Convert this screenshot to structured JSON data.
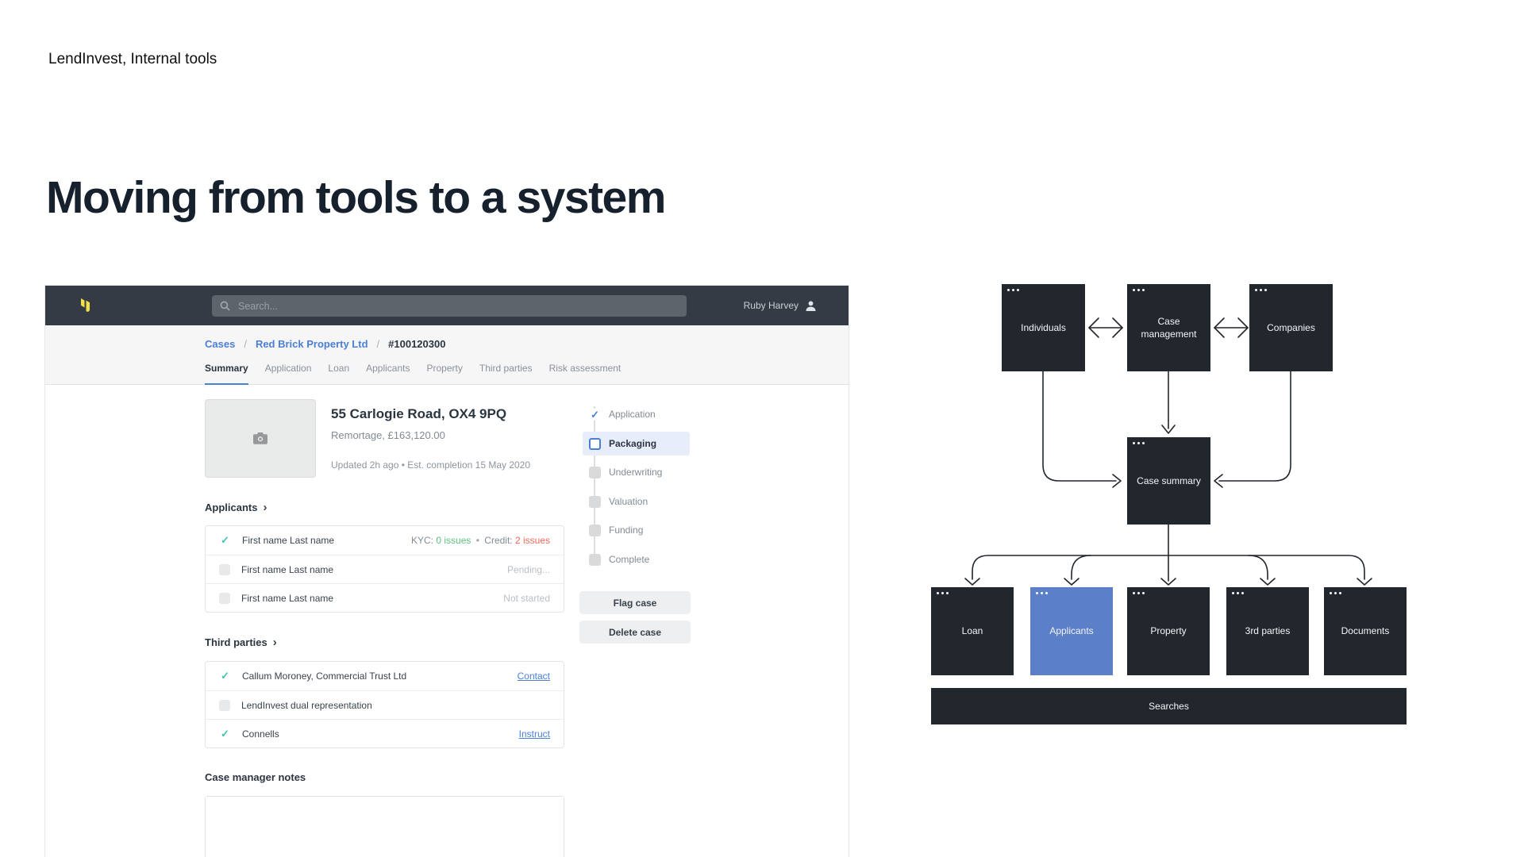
{
  "slide": {
    "eyebrow": "LendInvest, Internal tools",
    "title": "Moving from tools to a system"
  },
  "icons": {
    "check": "✓",
    "chevron_right": "›",
    "bullet": "•",
    "slash": "/"
  },
  "app": {
    "header": {
      "search_placeholder": "Search...",
      "user_name": "Ruby Harvey"
    },
    "breadcrumb": {
      "items": [
        "Cases",
        "Red Brick Property Ltd",
        "#100120300"
      ]
    },
    "tabs": [
      "Summary",
      "Application",
      "Loan",
      "Applicants",
      "Property",
      "Third parties",
      "Risk assessment"
    ],
    "active_tab": "Summary",
    "property": {
      "title": "55 Carlogie Road, OX4 9PQ",
      "subtitle": "Remortage, £163,120.00",
      "meta": "Updated 2h ago  •  Est. completion 15 May 2020"
    },
    "applicants": {
      "heading": "Applicants",
      "rows": [
        {
          "name": "First name Last name",
          "kyc_label": "KYC:",
          "kyc_value": "0 issues",
          "credit_label": "Credit:",
          "credit_value": "2 issues"
        },
        {
          "name": "First name Last name",
          "status": "Pending..."
        },
        {
          "name": "First name Last name",
          "status": "Not started"
        }
      ]
    },
    "third_parties": {
      "heading": "Third parties",
      "rows": [
        {
          "name": "Callum Moroney, Commercial Trust Ltd",
          "action": "Contact"
        },
        {
          "name": "LendInvest dual representation"
        },
        {
          "name": "Connells",
          "action": "Instruct"
        }
      ]
    },
    "notes_heading": "Case manager notes",
    "progress": {
      "steps": [
        {
          "label": "Application",
          "state": "done"
        },
        {
          "label": "Packaging",
          "state": "active"
        },
        {
          "label": "Underwriting",
          "state": "todo"
        },
        {
          "label": "Valuation",
          "state": "todo"
        },
        {
          "label": "Funding",
          "state": "todo"
        },
        {
          "label": "Complete",
          "state": "todo"
        }
      ],
      "flag_button": "Flag case",
      "delete_button": "Delete case"
    },
    "colors": {
      "header": "#343b44",
      "logo_yellow": "#f3e04c",
      "accent_blue": "#4b7fd6",
      "teal": "#43c1b0",
      "green": "#5fc183",
      "red": "#f2695c"
    }
  },
  "diagram": {
    "nodes": {
      "individuals": "Individuals",
      "case_management": "Case management",
      "companies": "Companies",
      "case_summary": "Case summary",
      "loan": "Loan",
      "applicants": "Applicants",
      "property": "Property",
      "third_parties": "3rd parties",
      "documents": "Documents",
      "searches": "Searches"
    },
    "highlighted": "Applicants",
    "colors": {
      "node": "#22272e",
      "highlight": "#5b80c8",
      "arrow": "#21262c"
    }
  }
}
